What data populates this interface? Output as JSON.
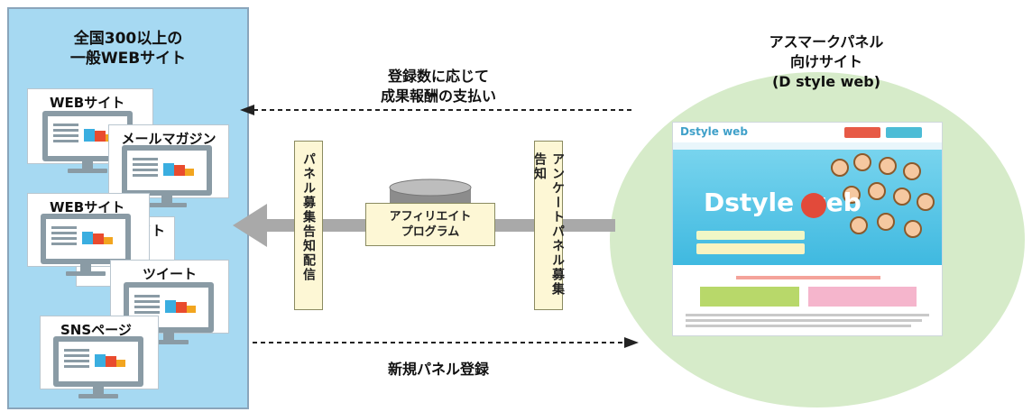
{
  "left": {
    "title_line1": "全国300以上の",
    "title_line2": "一般WEBサイト",
    "cards": {
      "web1": "WEBサイト",
      "mail": "メールマガジン",
      "web2": "WEBサイト",
      "site_partial": "イト",
      "tweet": "ツイート",
      "sns": "SNSページ"
    }
  },
  "right": {
    "title_line1": "アスマークパネル",
    "title_line2": "向けサイト",
    "title_line3": "(D style web)",
    "site_logo": "Dstyle web",
    "site_brand": "Dstyle web"
  },
  "arrows": {
    "top_label_line1": "登録数に応じて",
    "top_label_line2": "成果報酬の支払い",
    "bottom_label": "新規パネル登録"
  },
  "center": {
    "left_vertical": "パネル募集告知配信",
    "right_vertical": "アンケートパネル募集告知",
    "affiliate_line1": "アフィリエイト",
    "affiliate_line2": "プログラム"
  },
  "colors": {
    "left_panel": "#a6d9f2",
    "ellipse": "#d6ebc9",
    "box_fill": "#fdf7d5",
    "arrow_gray": "#a9a9a9",
    "monitor": "#8a9ba5"
  }
}
